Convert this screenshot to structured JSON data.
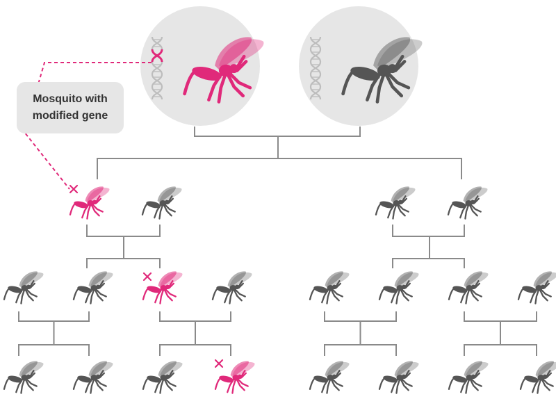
{
  "callout": {
    "line1": "Mosquito with",
    "line2": "modified gene"
  },
  "colors": {
    "modified": "#e0297a",
    "normal": "#555555",
    "circle_bg": "#e6e6e6",
    "tree_line": "#8a8a8a",
    "dna_normal": "#bdbdbd"
  },
  "icons": {
    "mosquito": "mosquito-icon",
    "dna": "dna-helix-icon",
    "gene_marker": "x-marker-icon"
  },
  "parents": [
    {
      "name": "parent-modified",
      "modified": true
    },
    {
      "name": "parent-normal",
      "modified": false
    }
  ],
  "generation_1": [
    {
      "name": "gen1-a",
      "modified": true
    },
    {
      "name": "gen1-b",
      "modified": false
    },
    {
      "name": "gen1-c",
      "modified": false
    },
    {
      "name": "gen1-d",
      "modified": false
    }
  ],
  "generation_2": [
    {
      "name": "gen2-1",
      "modified": false
    },
    {
      "name": "gen2-2",
      "modified": false
    },
    {
      "name": "gen2-3",
      "modified": true
    },
    {
      "name": "gen2-4",
      "modified": false
    },
    {
      "name": "gen2-5",
      "modified": false
    },
    {
      "name": "gen2-6",
      "modified": false
    },
    {
      "name": "gen2-7",
      "modified": false
    },
    {
      "name": "gen2-8",
      "modified": false
    }
  ],
  "generation_3": [
    {
      "name": "gen3-1",
      "modified": false
    },
    {
      "name": "gen3-2",
      "modified": false
    },
    {
      "name": "gen3-3",
      "modified": false
    },
    {
      "name": "gen3-4",
      "modified": true
    },
    {
      "name": "gen3-5",
      "modified": false
    },
    {
      "name": "gen3-6",
      "modified": false
    },
    {
      "name": "gen3-7",
      "modified": false
    },
    {
      "name": "gen3-8",
      "modified": false
    }
  ]
}
